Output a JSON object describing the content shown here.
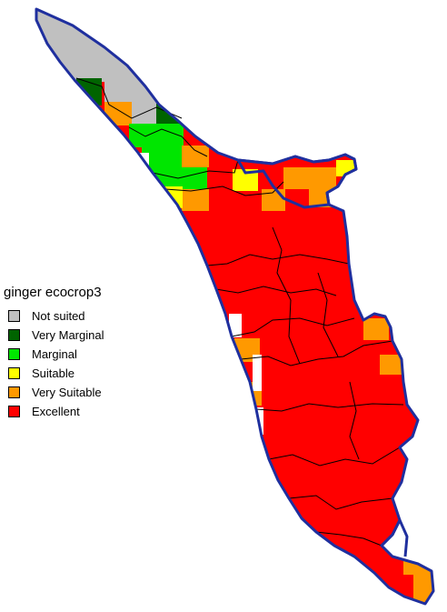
{
  "legend": {
    "title": "ginger ecocrop3",
    "items": [
      {
        "label": "Not suited",
        "color": "#c0c0c0"
      },
      {
        "label": "Very Marginal",
        "color": "#006400"
      },
      {
        "label": "Marginal",
        "color": "#00e600"
      },
      {
        "label": "Suitable",
        "color": "#ffff00"
      },
      {
        "label": "Very Suitable",
        "color": "#ff9900"
      },
      {
        "label": "Excellent",
        "color": "#ff0000"
      }
    ]
  },
  "colors": {
    "boundary": "#1f2f9e",
    "district_lines": "#000000",
    "background": "#ffffff"
  }
}
